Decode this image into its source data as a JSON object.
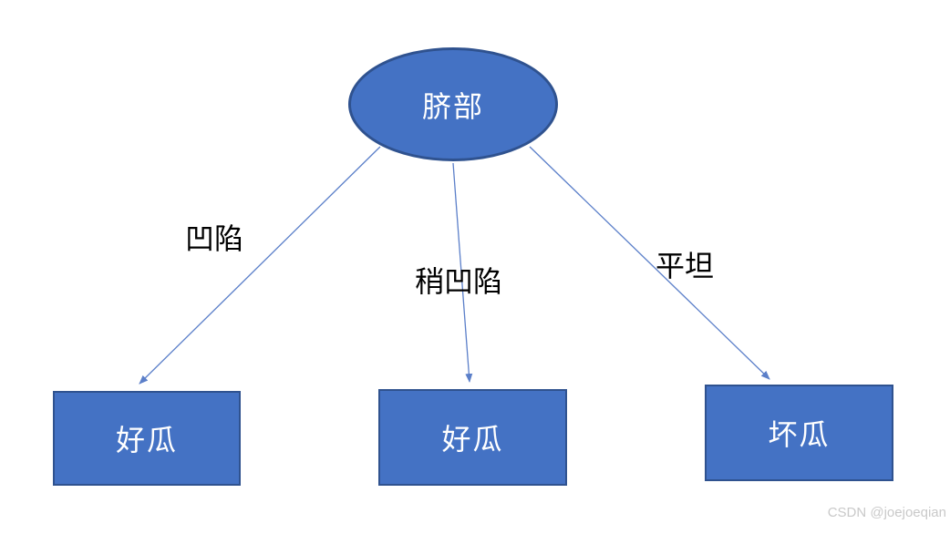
{
  "diagram": {
    "root": {
      "label": "脐部"
    },
    "edges": [
      {
        "label": "凹陷"
      },
      {
        "label": "稍凹陷"
      },
      {
        "label": "平坦"
      }
    ],
    "leaves": [
      {
        "label": "好瓜"
      },
      {
        "label": "好瓜"
      },
      {
        "label": "坏瓜"
      }
    ]
  },
  "colors": {
    "shape_fill": "#4472C4",
    "shape_border": "#2F528F",
    "arrow": "#5B7FC9",
    "shape_text": "#FFFFFF",
    "edge_label": "#000000",
    "watermark": "#C9C9C9"
  },
  "watermark": {
    "text": "CSDN @joejoeqian"
  }
}
